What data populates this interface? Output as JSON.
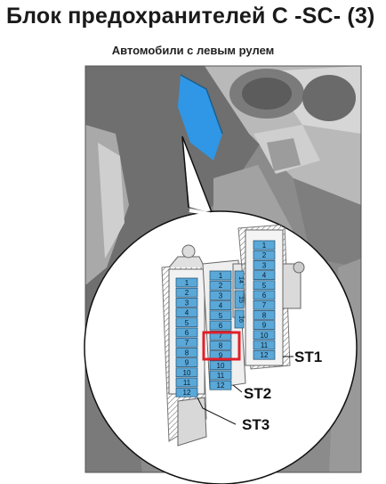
{
  "header": {
    "title": "Блок предохранителей С -SC- (3)",
    "subtitle": "Автомобили с левым рулем"
  },
  "blocks": [
    {
      "id": "ST1",
      "label": "ST1",
      "fuses": [
        "1",
        "2",
        "3",
        "4",
        "5",
        "6",
        "7",
        "8",
        "9",
        "10",
        "11",
        "12"
      ]
    },
    {
      "id": "ST2",
      "label": "ST2",
      "fuses": [
        "1",
        "2",
        "3",
        "4",
        "5",
        "6",
        "7",
        "8",
        "9",
        "10",
        "11",
        "12"
      ],
      "side_fuses": [
        "14",
        "15",
        "16"
      ]
    },
    {
      "id": "ST3",
      "label": "ST3",
      "fuses": [
        "1",
        "2",
        "3",
        "4",
        "5",
        "6",
        "7",
        "8",
        "9",
        "10",
        "11",
        "12"
      ]
    }
  ],
  "highlight": {
    "block": "ST2",
    "fuses": [
      "8",
      "9"
    ],
    "color": "#e0202a"
  },
  "colors": {
    "fuse_blue": "#5aa8d8",
    "accent_area": "#3a9fe0"
  }
}
